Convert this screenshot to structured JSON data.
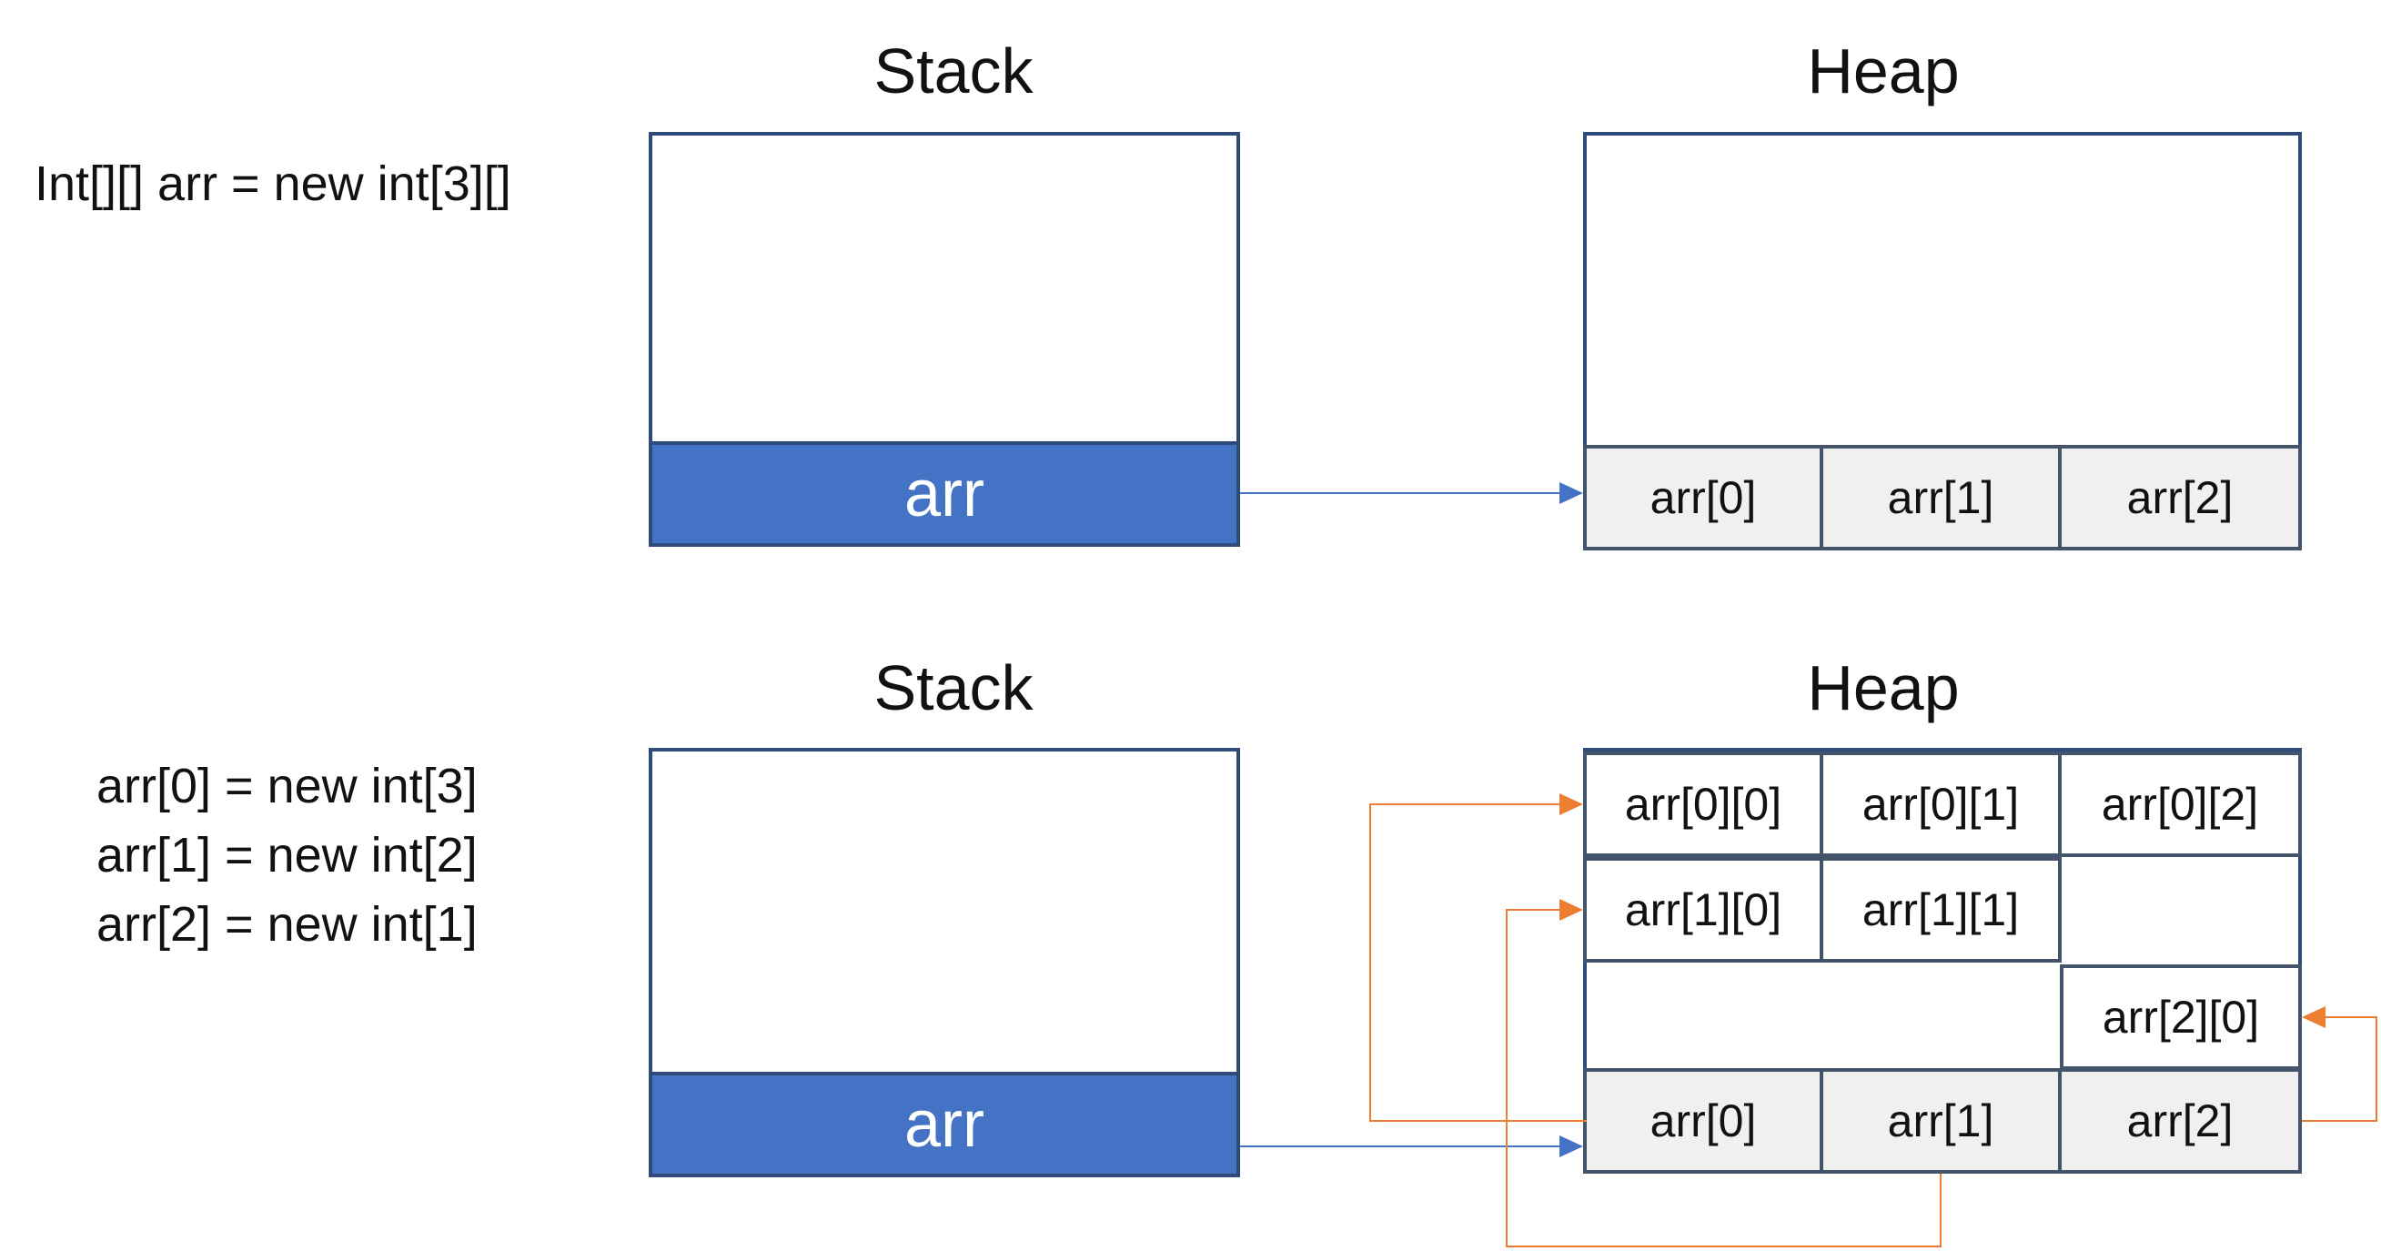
{
  "top": {
    "stack_title": "Stack",
    "heap_title": "Heap",
    "code": "Int[][] arr = new int[3][]",
    "stack_var": "arr",
    "heap_cells": [
      "arr[0]",
      "arr[1]",
      "arr[2]"
    ]
  },
  "bottom": {
    "stack_title": "Stack",
    "heap_title": "Heap",
    "code_lines": [
      "arr[0] = new int[3]",
      "arr[1] = new int[2]",
      "arr[2] = new int[1]"
    ],
    "stack_var": "arr",
    "row0": [
      "arr[0][0]",
      "arr[0][1]",
      "arr[0][2]"
    ],
    "row1": [
      "arr[1][0]",
      "arr[1][1]"
    ],
    "row2": [
      "arr[2][0]"
    ],
    "heap_cells": [
      "arr[0]",
      "arr[1]",
      "arr[2]"
    ]
  },
  "colors": {
    "stack_var_fill": "#4472c4",
    "frame_border": "#2f4b7c",
    "cell_fill": "#f0f0f0",
    "pointer_blue": "#4472c4",
    "pointer_orange": "#ed7d31"
  }
}
